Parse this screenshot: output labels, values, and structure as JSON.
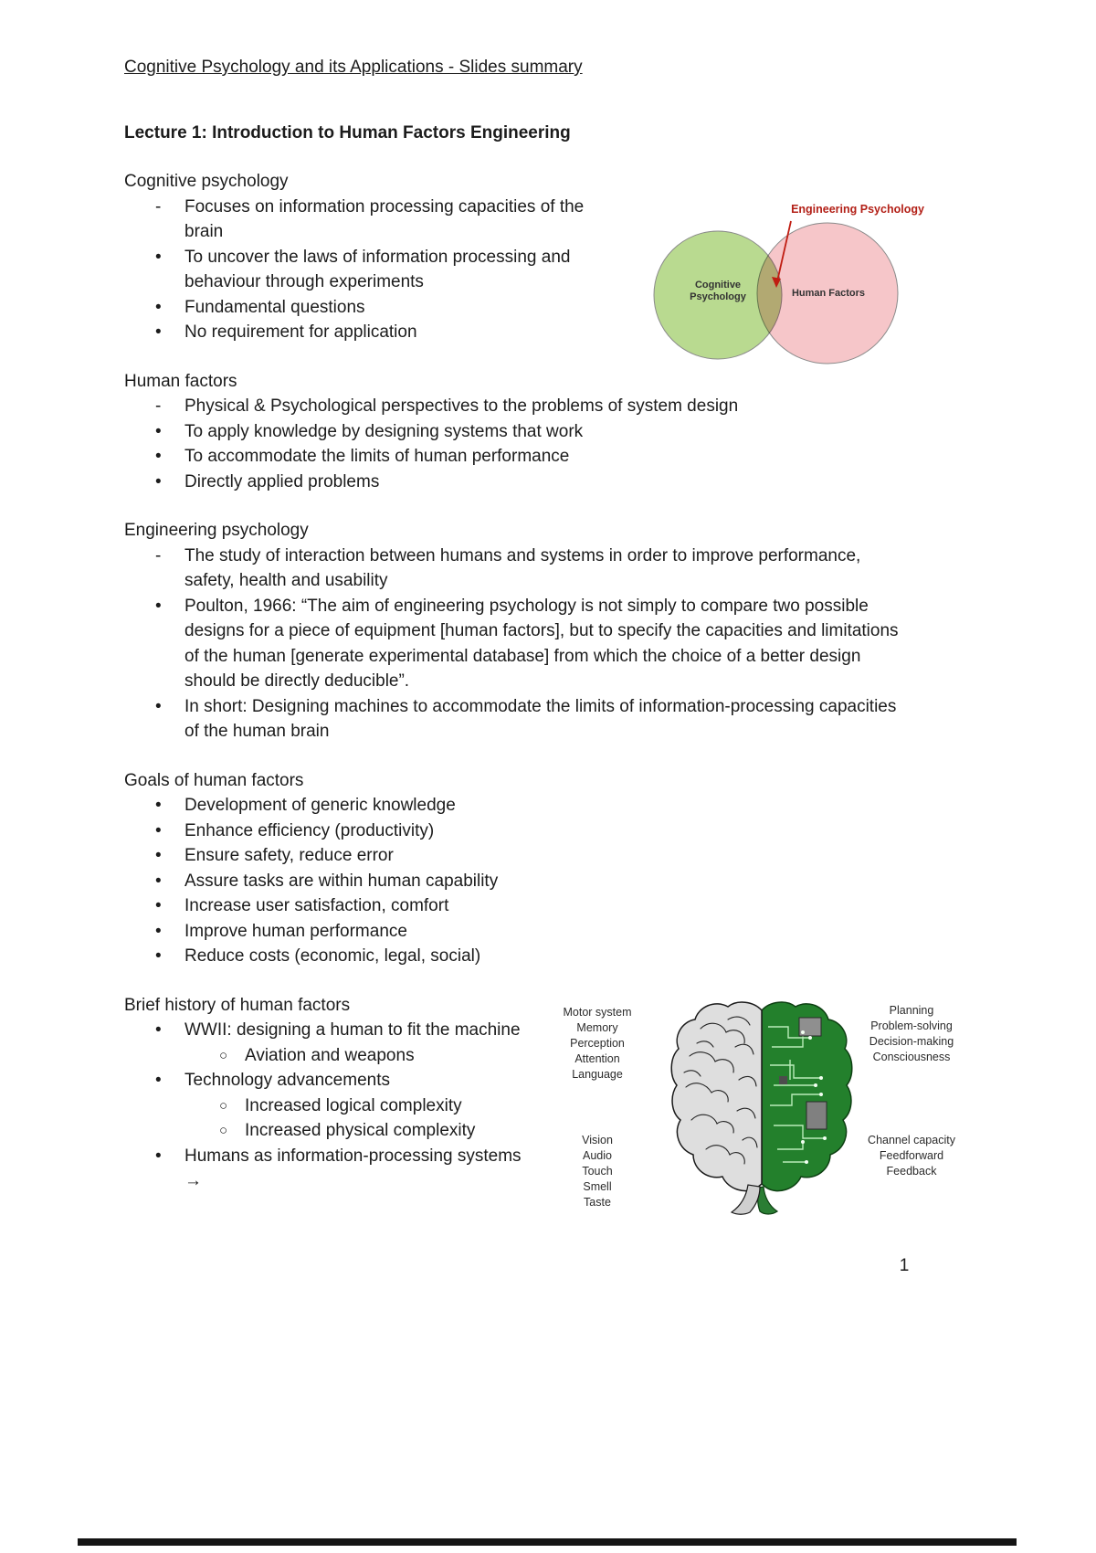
{
  "doc": {
    "title": "Cognitive Psychology and its Applications - Slides summary",
    "lecture_heading": "Lecture 1: Introduction to Human Factors Engineering",
    "page_number": "1"
  },
  "sections": {
    "cognitive": {
      "heading": "Cognitive psychology",
      "items": [
        {
          "marker": "-",
          "text": "Focuses on information processing capacities of the brain"
        },
        {
          "marker": "•",
          "text": "To uncover the laws of information processing and behaviour through experiments"
        },
        {
          "marker": "•",
          "text": "Fundamental questions"
        },
        {
          "marker": "•",
          "text": "No requirement for application"
        }
      ]
    },
    "human_factors": {
      "heading": "Human factors",
      "items": [
        {
          "marker": "-",
          "text": "Physical & Psychological perspectives to the problems of system design"
        },
        {
          "marker": "•",
          "text": "To apply knowledge by designing systems that work"
        },
        {
          "marker": "•",
          "text": "To accommodate the limits of human performance"
        },
        {
          "marker": "•",
          "text": "Directly applied problems"
        }
      ]
    },
    "engineering": {
      "heading": "Engineering psychology",
      "items": [
        {
          "marker": "-",
          "text": "The study of interaction between humans and systems in order to improve performance, safety, health and usability"
        },
        {
          "marker": "•",
          "text": "Poulton, 1966: “The aim of engineering psychology is not simply to compare two possible designs for a piece of equipment [human factors], but to specify the capacities and limitations of the human [generate experimental database] from which the choice of a better design should be directly deducible”."
        },
        {
          "marker": "•",
          "text": "In short: Designing machines to accommodate the limits of information-processing capacities of the human brain"
        }
      ]
    },
    "goals": {
      "heading": "Goals of human factors",
      "items": [
        {
          "marker": "•",
          "text": "Development of generic knowledge"
        },
        {
          "marker": "•",
          "text": "Enhance efficiency (productivity)"
        },
        {
          "marker": "•",
          "text": "Ensure safety, reduce error"
        },
        {
          "marker": "•",
          "text": "Assure tasks are within human capability"
        },
        {
          "marker": "•",
          "text": "Increase user satisfaction, comfort"
        },
        {
          "marker": "•",
          "text": "Improve human performance"
        },
        {
          "marker": "•",
          "text": "Reduce costs (economic, legal, social)"
        }
      ]
    },
    "history": {
      "heading": "Brief history of human factors",
      "items": [
        {
          "marker": "•",
          "text": "WWII: designing a human to fit the machine"
        },
        {
          "marker": "○",
          "text": "Aviation and weapons"
        },
        {
          "marker": "•",
          "text": "Technology advancements"
        },
        {
          "marker": "○",
          "text": "Increased logical complexity"
        },
        {
          "marker": "○",
          "text": "Increased physical complexity"
        },
        {
          "marker": "•",
          "text": "Humans as information-processing systems"
        },
        {
          "marker": "",
          "text": "→"
        }
      ]
    }
  },
  "venn": {
    "left_label_line1": "Cognitive",
    "left_label_line2": "Psychology",
    "right_label": "Human Factors",
    "annotation": "Engineering Psychology",
    "left_color": "#b9da90",
    "right_color": "#f6c6c9",
    "annotation_color": "#b32017"
  },
  "brain": {
    "top_left": [
      "Motor system",
      "Memory",
      "Perception",
      "Attention",
      "Language"
    ],
    "bottom_left": [
      "Vision",
      "Audio",
      "Touch",
      "Smell",
      "Taste"
    ],
    "top_right": [
      "Planning",
      "Problem-solving",
      "Decision-making",
      "Consciousness"
    ],
    "bottom_right": [
      "Channel capacity",
      "Feedforward",
      "Feedback"
    ]
  }
}
